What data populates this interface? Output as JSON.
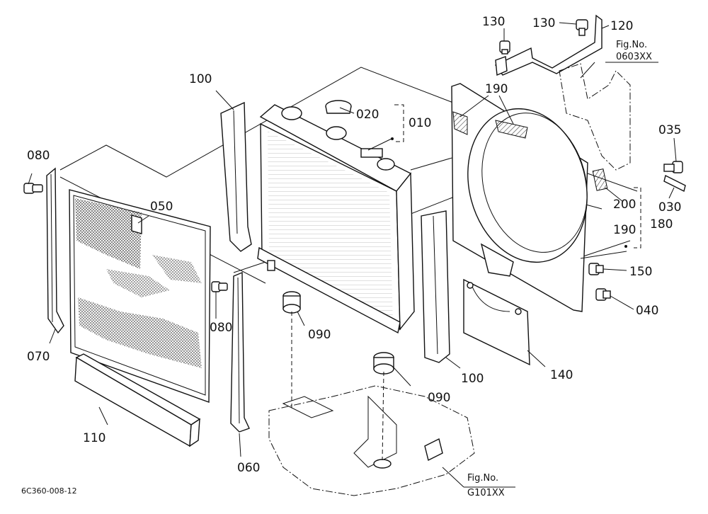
{
  "callouts": {
    "c130a": "130",
    "c130b": "130",
    "c120": "120",
    "c100a": "100",
    "c020": "020",
    "c010": "010",
    "c190a": "190",
    "c035": "035",
    "c080a": "080",
    "c050": "050",
    "c200": "200",
    "c030": "030",
    "c190b": "190",
    "c180": "180",
    "c150": "150",
    "c080b": "080",
    "c090a": "090",
    "c040": "040",
    "c070": "070",
    "c100b": "100",
    "c140": "140",
    "c090b": "090",
    "c110": "110",
    "c060": "060"
  },
  "fig_refs": {
    "top": {
      "label": "Fig.No.",
      "code": "0603XX"
    },
    "bottom": {
      "label": "Fig.No.",
      "code": "G101XX"
    }
  },
  "drawing_number": "6C360-008-12"
}
